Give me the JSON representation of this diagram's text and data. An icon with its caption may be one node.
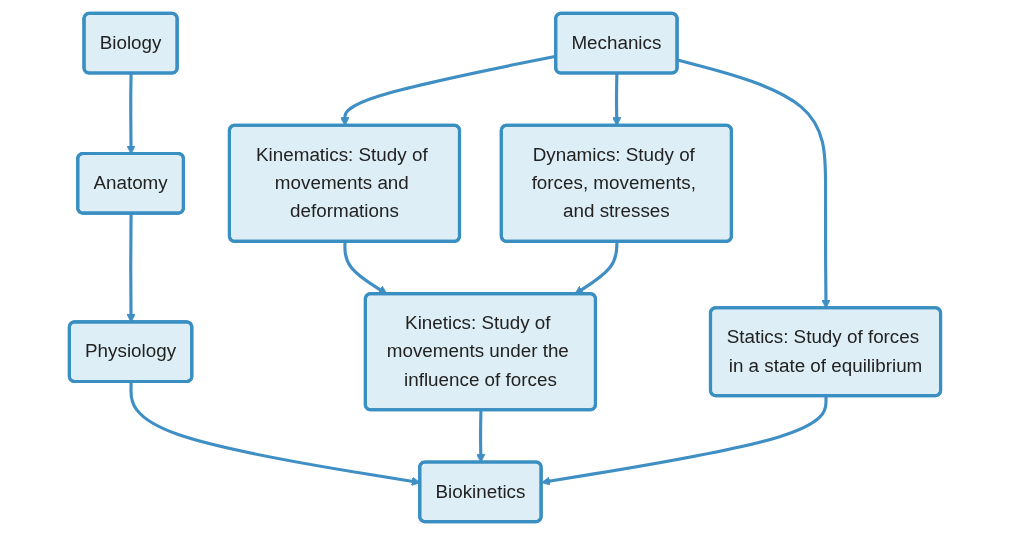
{
  "diagram": {
    "nodes": [
      {
        "text": [
          "Mechanics"
        ]
      },
      {
        "text": [
          "Biology"
        ]
      },
      {
        "text": [
          "Kinematics: Study of movements and deformations"
        ]
      },
      {
        "text": [
          "Dynamics: Study of forces, movements, and stresses"
        ]
      },
      {
        "text": [
          "Statics: Study of forces in a state of equilibrium"
        ]
      },
      {
        "text": [
          "Anatomy"
        ]
      },
      {
        "text": [
          "Physiology"
        ]
      },
      {
        "text": [
          "Kinetics: Study of movements under the influence of forces"
        ]
      },
      {
        "text": [
          "Biokinetics"
        ]
      }
    ],
    "edges": [
      {
        "from": 0,
        "to": 2,
        "arrow": "to"
      },
      {
        "from": 0,
        "to": 3,
        "arrow": "to"
      },
      {
        "from": 0,
        "to": 4,
        "arrow": "to"
      },
      {
        "from": 1,
        "to": 5,
        "arrow": "to"
      },
      {
        "from": 5,
        "to": 6,
        "arrow": "to"
      },
      {
        "from": 2,
        "to": 7,
        "arrow": "to"
      },
      {
        "from": 3,
        "to": 7,
        "arrow": "to"
      },
      {
        "from": 4,
        "to": 8,
        "arrow": "to"
      },
      {
        "from": 6,
        "to": 8,
        "arrow": "to"
      },
      {
        "from": 7,
        "to": 8,
        "arrow": "to"
      }
    ]
  }
}
